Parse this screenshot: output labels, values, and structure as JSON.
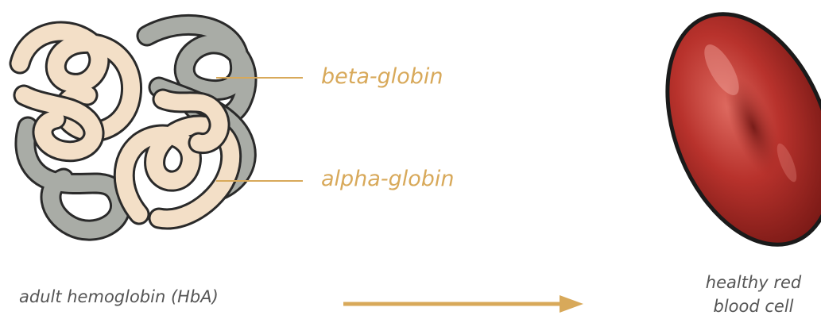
{
  "labels": {
    "beta_globin": "beta-globin",
    "alpha_globin": "alpha-globin",
    "hemoglobin_caption": "adult hemoglobin (HbA)",
    "rbc_caption_line1": "healthy red",
    "rbc_caption_line2": "blood cell"
  },
  "colors": {
    "accent": "#d8a95a",
    "alpha_chain": "#f3dfc7",
    "beta_chain": "#a9aca6",
    "outline": "#2a2a2a",
    "cell": "#b8322c",
    "caption": "#555555"
  }
}
